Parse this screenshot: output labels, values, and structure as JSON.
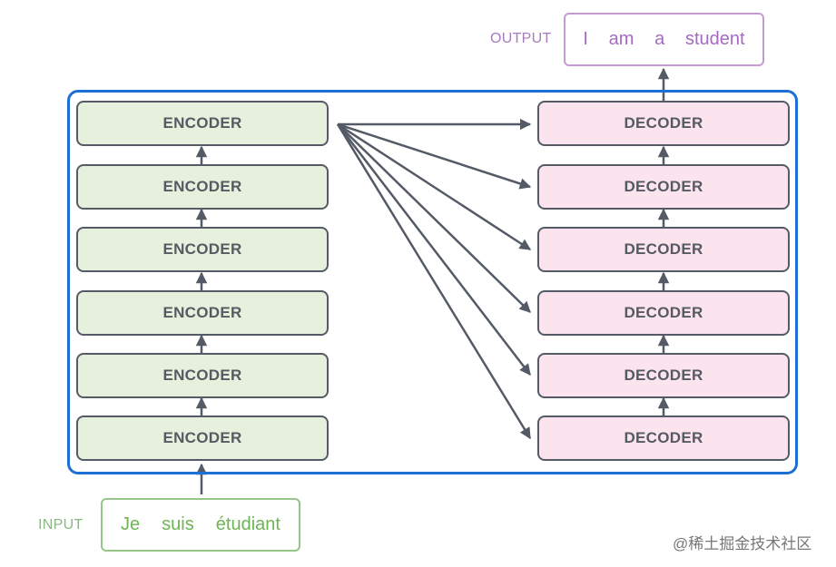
{
  "diagram": {
    "encoders": [
      "ENCODER",
      "ENCODER",
      "ENCODER",
      "ENCODER",
      "ENCODER",
      "ENCODER"
    ],
    "decoders": [
      "DECODER",
      "DECODER",
      "DECODER",
      "DECODER",
      "DECODER",
      "DECODER"
    ],
    "input": {
      "label": "INPUT",
      "words": [
        "Je",
        "suis",
        "étudiant"
      ]
    },
    "output": {
      "label": "OUTPUT",
      "words": [
        "I",
        "am",
        "a",
        "student"
      ]
    }
  },
  "watermark": "@稀土掘金技术社区",
  "colors": {
    "frame": "#1d6fd6",
    "arrow": "#545b66",
    "encoder_fill": "#e6f0dc",
    "decoder_fill": "#fbe4ee",
    "input_text": "#6db552",
    "input_label": "#8ab883",
    "output_text": "#a76ac4",
    "output_label": "#a77cbf"
  }
}
